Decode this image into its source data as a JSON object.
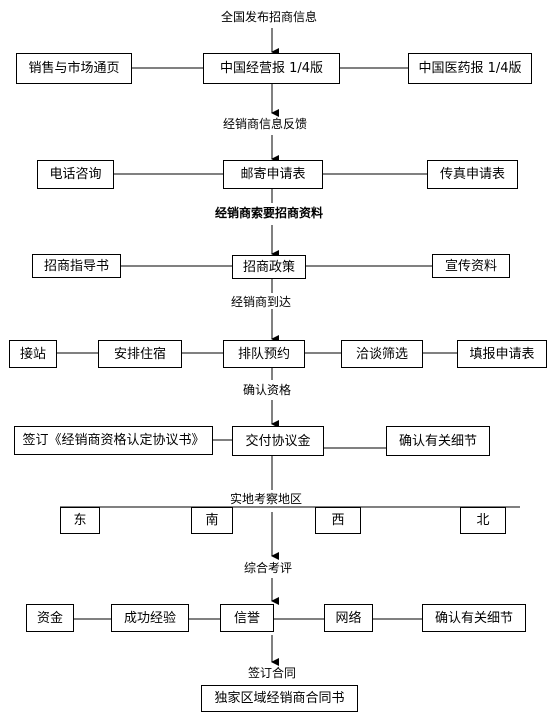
{
  "steps": {
    "s1": {
      "heading": "全国发布招商信息",
      "center": "中国经营报 1/4版",
      "left": "销售与市场通页",
      "right": "中国医药报 1/4版"
    },
    "s2": {
      "heading": "经销商信息反馈",
      "center": "邮寄申请表",
      "left": "电话咨询",
      "right": "传真申请表"
    },
    "s3": {
      "heading": "经销商索要招商资料",
      "center": "招商政策",
      "left": "招商指导书",
      "right": "宣传资料"
    },
    "s4": {
      "heading": "经销商到达",
      "boxes": [
        "接站",
        "安排住宿",
        "排队预约",
        "洽谈筛选",
        "填报申请表"
      ]
    },
    "s5": {
      "heading": "确认资格",
      "boxes": [
        "签订《经销商资格认定协议书》",
        "交付协议金",
        "确认有关细节"
      ]
    },
    "s6": {
      "heading": "实地考察地区",
      "boxes": [
        "东",
        "南",
        "西",
        "北"
      ]
    },
    "s7": {
      "heading": "综合考评",
      "boxes": [
        "资金",
        "成功经验",
        "信誉",
        "网络",
        "确认有关细节"
      ]
    },
    "s8": {
      "heading": "签订合同",
      "final": "独家区域经销商合同书"
    }
  }
}
